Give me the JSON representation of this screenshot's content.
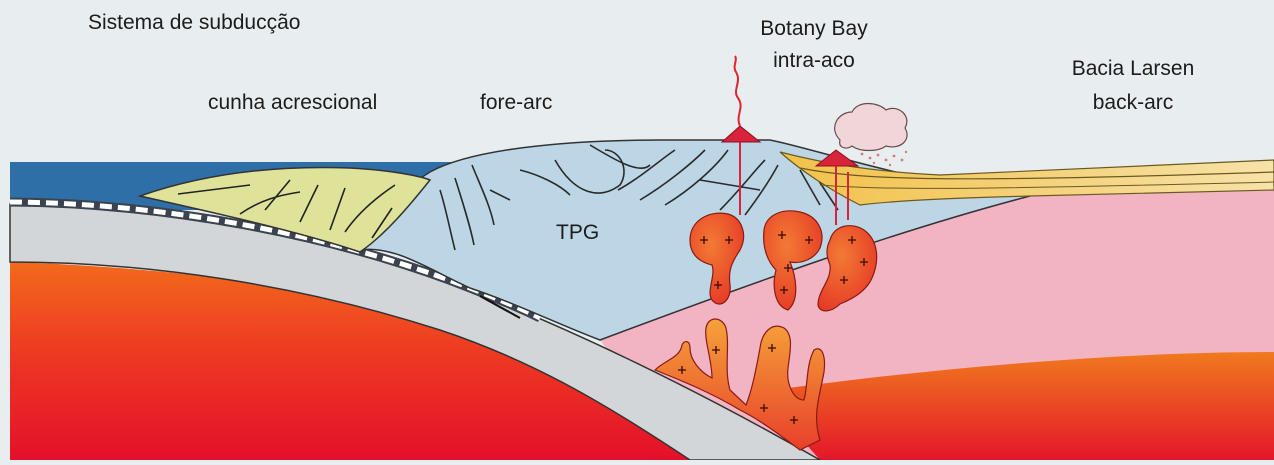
{
  "title": "Sistema de subducção",
  "labels": {
    "wedge": "cunha acrescional",
    "forearc": "fore-arc",
    "arc_name": "Botany Bay",
    "arc_type": "intra-aco",
    "basin_name": "Bacia Larsen",
    "basin_type": "back-arc",
    "tpg": "TPG"
  },
  "colors": {
    "background": "#e8eef0",
    "ocean": "#2f6fa8",
    "accretionary_wedge": "#dfe39a",
    "forearc_crust": "#bcd6e6",
    "subducting_slab": "#d2d6d8",
    "continental_crust": "#f2b4c2",
    "mantle": "#e8222a",
    "magma": "#e8542a",
    "basin_sediments": "#f3c24a"
  }
}
